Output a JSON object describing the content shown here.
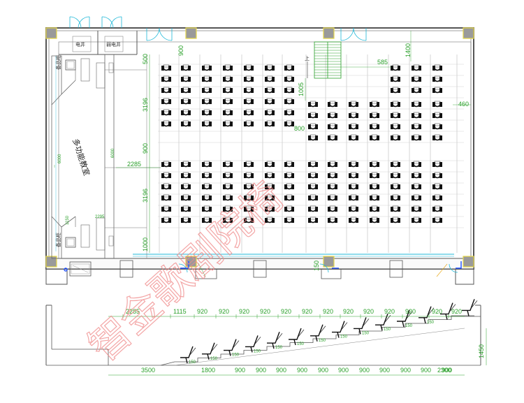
{
  "plan": {
    "room_label": "多功能教室",
    "electrical_shaft": "电井",
    "weak_current_shaft": "弱电井",
    "small_label_left": "备品柜",
    "small_label_bottom": "备品柜",
    "stair_label": "上",
    "dims_left": [
      "500",
      "3196",
      "900",
      "3196",
      "1000"
    ],
    "dim_aisle_left": "2285",
    "dim_900_top": "900",
    "dim_1005": "1005",
    "dim_585": "585",
    "dim_1400": "1400",
    "dim_800": "800",
    "dim_460": "460",
    "dim_150": "150",
    "dim_stage": "6000",
    "dim_stage_mid": "6000",
    "dim_1150": "1150",
    "dim_2295": "2295"
  },
  "section": {
    "top_dims": [
      "2285",
      "1115",
      "920",
      "920",
      "920",
      "920",
      "920",
      "920",
      "920",
      "920",
      "920",
      "920",
      "920",
      "920",
      "920"
    ],
    "bottom_dims": [
      "3500",
      "1800",
      "900",
      "900",
      "900",
      "900",
      "900",
      "900",
      "900",
      "900",
      "900",
      "900",
      "900",
      "2300"
    ],
    "height_dim": "1450",
    "step_labels": [
      "150",
      "150",
      "150",
      "150",
      "150",
      "150",
      "150",
      "150",
      "150",
      "150",
      "150",
      "150"
    ]
  },
  "watermark": "智金歌剧院椅",
  "colors": {
    "wall": "#555555",
    "column": "#8a8a8a",
    "column_gold": "#e6d84a",
    "dimension": "#2aa02a",
    "door": "#1fb8d8",
    "watermark": "#f08888",
    "seat": "#111111",
    "stair": "#2aa02a"
  }
}
